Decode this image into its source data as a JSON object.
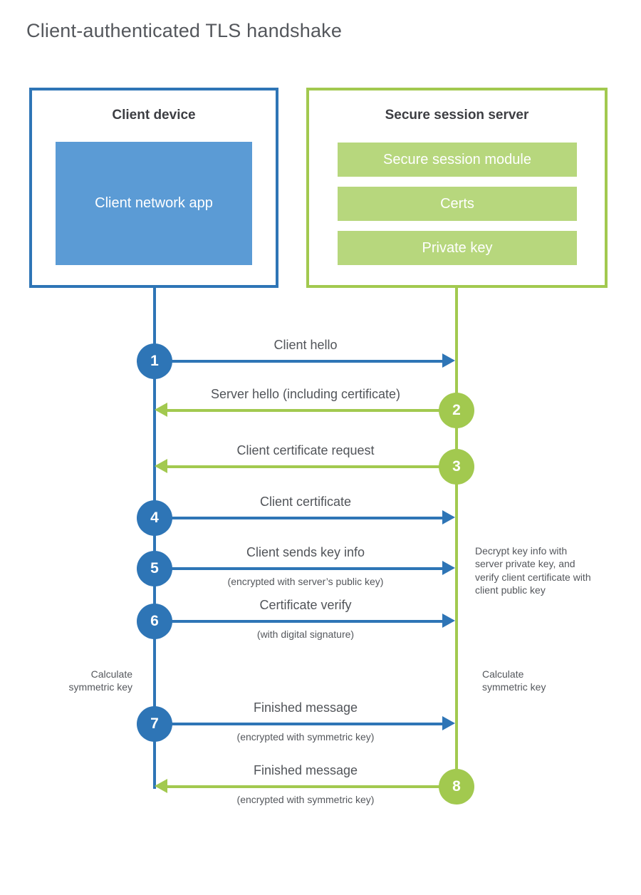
{
  "title": "Client-authenticated TLS handshake",
  "colors": {
    "client_accent": "#2e75b6",
    "client_fill": "#5b9bd5",
    "server_accent": "#a2c94f",
    "server_fill": "#b7d77d",
    "text": "#54575c"
  },
  "client": {
    "title": "Client device",
    "app": "Client network app"
  },
  "server": {
    "title": "Secure session server",
    "modules": [
      "Secure session module",
      "Certs",
      "Private key"
    ]
  },
  "steps": [
    {
      "number": "1",
      "actor": "client",
      "direction": "right",
      "label": "Client hello",
      "sublabel": ""
    },
    {
      "number": "2",
      "actor": "server",
      "direction": "left",
      "label": "Server hello (including certificate)",
      "sublabel": ""
    },
    {
      "number": "3",
      "actor": "server",
      "direction": "left",
      "label": "Client certificate request",
      "sublabel": ""
    },
    {
      "number": "4",
      "actor": "client",
      "direction": "right",
      "label": "Client certificate",
      "sublabel": ""
    },
    {
      "number": "5",
      "actor": "client",
      "direction": "right",
      "label": "Client sends key info",
      "sublabel": "(encrypted with server’s public key)"
    },
    {
      "number": "6",
      "actor": "client",
      "direction": "right",
      "label": "Certificate verify",
      "sublabel": "(with digital signature)"
    },
    {
      "number": "7",
      "actor": "client",
      "direction": "right",
      "label": "Finished message",
      "sublabel": "(encrypted with symmetric key)"
    },
    {
      "number": "8",
      "actor": "server",
      "direction": "left",
      "label": "Finished message",
      "sublabel": "(encrypted with symmetric key)"
    }
  ],
  "notes": {
    "decrypt": "Decrypt key info with server private key, and verify client certificate with client public key",
    "calc_left": "Calculate symmetric key",
    "calc_right": "Calculate symmetric key"
  }
}
